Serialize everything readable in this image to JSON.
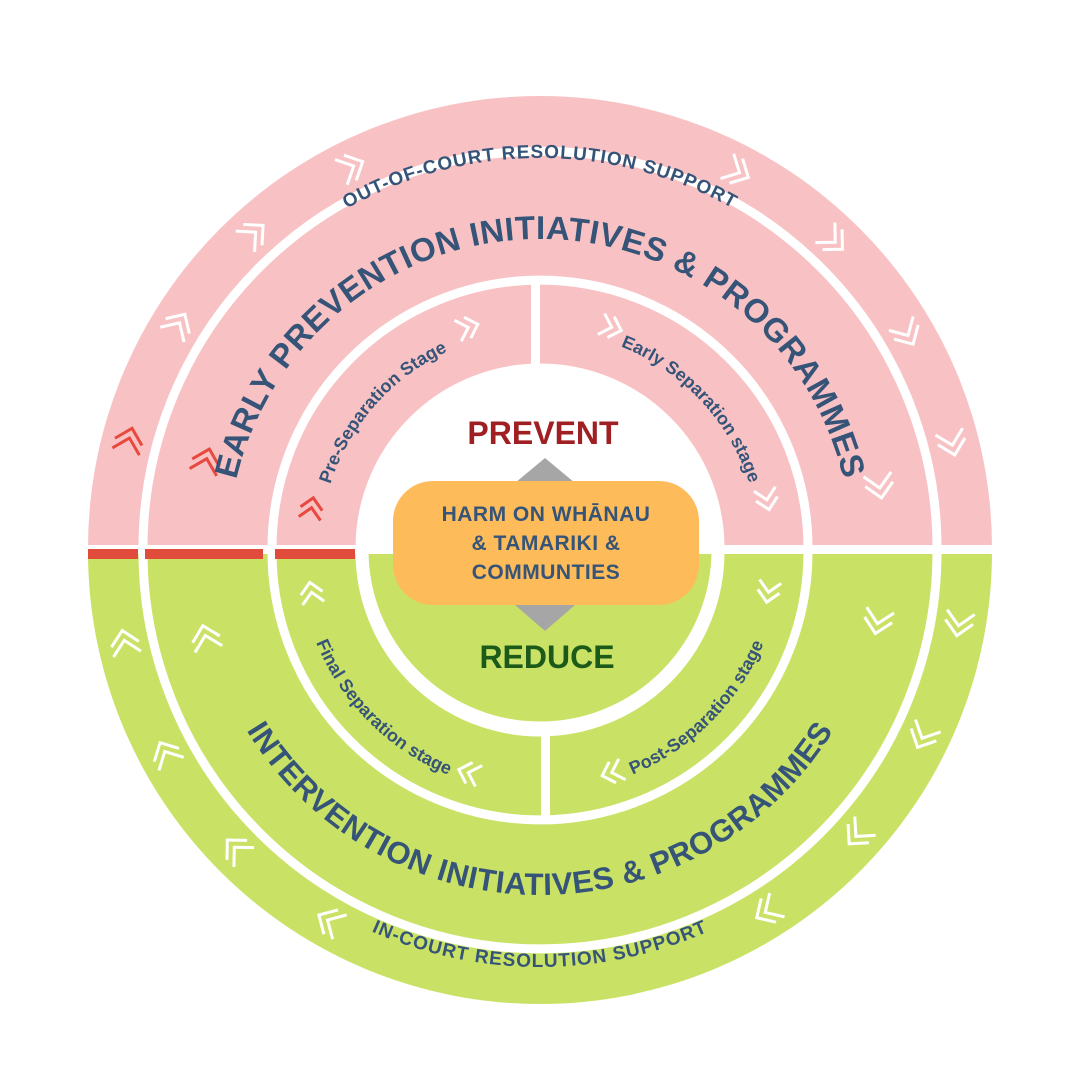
{
  "colors": {
    "pink": "#f8c2c4",
    "green": "#c9e266",
    "divider": "#ffffff",
    "navy_text": "#355478",
    "prevent_red": "#9f1f23",
    "reduce_green": "#1c5a1a",
    "orange": "#fdbb5a",
    "grey_arrow": "#a6a6a6",
    "red_accent": "#e04b3b",
    "chevron_red": "#e8483d"
  },
  "rings": {
    "outer_top": "OUT-OF-COURT RESOLUTION SUPPORT",
    "outer_bottom": "IN-COURT RESOLUTION SUPPORT",
    "middle_top": "EARLY PREVENTION INITIATIVES & PROGRAMMES",
    "middle_bottom": "INTERVENTION INITIATIVES & PROGRAMMES"
  },
  "stages": {
    "pre_separation": "Pre-Separation Stage",
    "early_separation": "Early Separation stage",
    "final_separation": "Final Separation stage",
    "post_separation": "Post-Separation stage"
  },
  "center": {
    "prevent": "PREVENT",
    "reduce": "REDUCE",
    "harm_line1": "HARM ON WHĀNAU",
    "harm_line2": "& TAMARIKI &",
    "harm_line3": "COMMUNTIES"
  },
  "icons": {
    "ring_chevrons": "double-chevron-icon",
    "center_arrows": "triangle-arrow-icon"
  }
}
